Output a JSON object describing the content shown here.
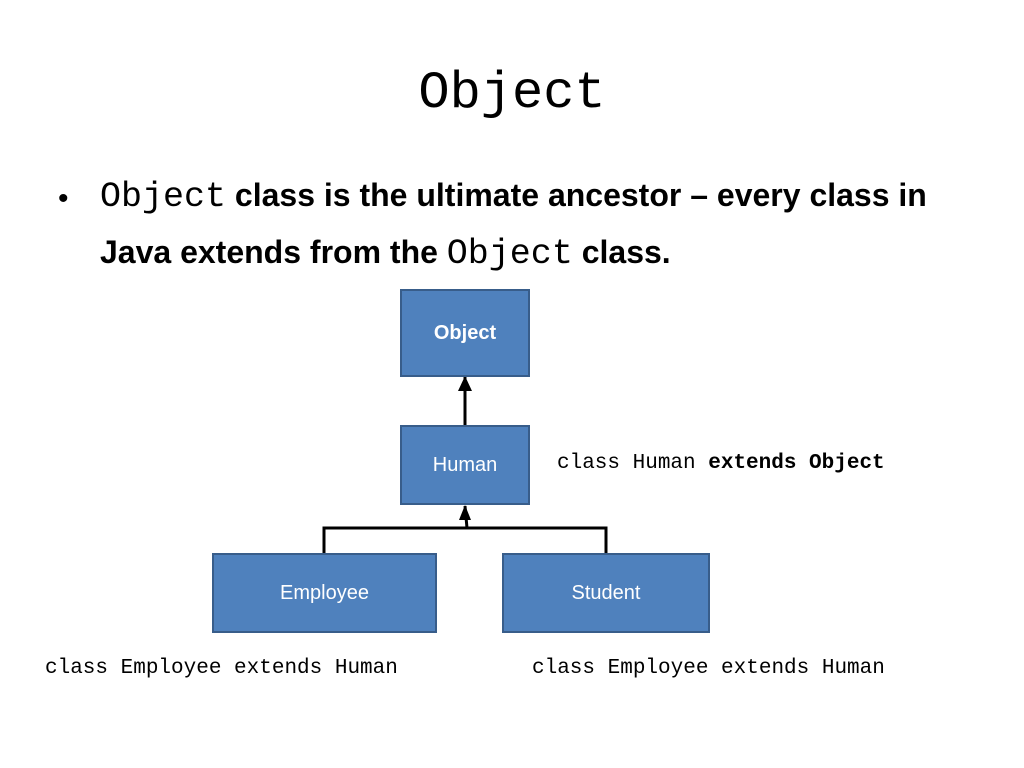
{
  "slide": {
    "title": "Object"
  },
  "bullet": {
    "symbol": "•",
    "code_object_1": "Object",
    "text_part_1": " class is the ultimate ancestor – every class in Java extends from the ",
    "code_object_2": "Object",
    "text_part_2": " class."
  },
  "diagram": {
    "nodes": {
      "object": "Object",
      "human": "Human",
      "employee": "Employee",
      "student": "Student"
    },
    "node_fill": "#4f81bd",
    "node_border": "#385d8a",
    "node_text_color": "#ffffff"
  },
  "notes": {
    "human_plain": "class Human ",
    "human_bold": "extends Object",
    "employee": "class Employee extends Human",
    "student": "class Employee extends Human"
  }
}
